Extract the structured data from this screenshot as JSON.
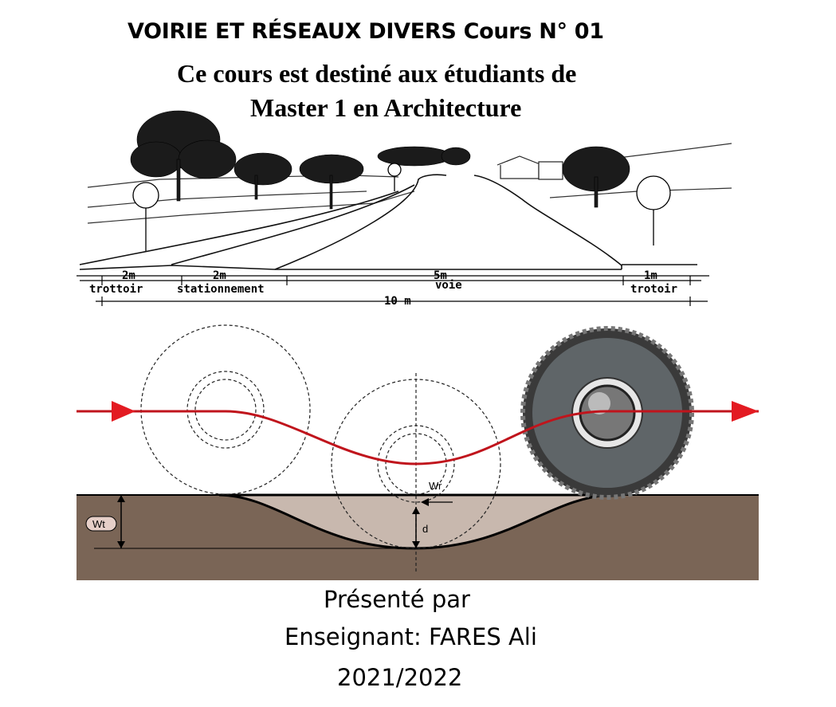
{
  "header": {
    "title": "VOIRIE ET RÉSEAUX DIVERS Cours N° 01",
    "subtitle_line1": "Ce cours est destiné aux étudiants de",
    "subtitle_line2": "Master 1 en Architecture"
  },
  "road_section": {
    "dims": {
      "sidewalk_left": "2m",
      "parking": "2m",
      "lane": "5m",
      "sidewalk_right": "1m",
      "total": "10 m"
    },
    "labels": {
      "sidewalk_left": "trottoir",
      "parking": "stationnement",
      "lane": "voie",
      "sidewalk_right": "trotoir"
    }
  },
  "deflection_diagram": {
    "wt_label": "Wt",
    "wr_label": "Wr",
    "d_label": "d",
    "colors": {
      "path": "#c0141c",
      "soil": "#7a6556",
      "basin": "#c8b8ae",
      "tire": "#5f6568"
    }
  },
  "footer": {
    "presented_by": "Présenté par",
    "teacher": "Enseignant: FARES Ali",
    "year": "2021/2022"
  }
}
